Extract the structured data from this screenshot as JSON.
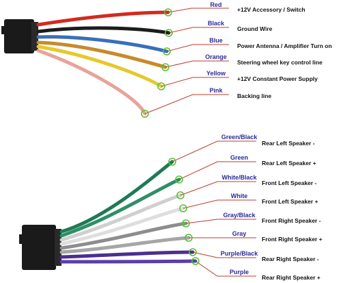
{
  "top_harness": {
    "wires": [
      {
        "color_name": "Red",
        "function": "+12V Accessory / Switch",
        "wire_hex": "#d42a1e"
      },
      {
        "color_name": "Black",
        "function": "Ground Wire",
        "wire_hex": "#1c1c1c"
      },
      {
        "color_name": "Blue",
        "function": "Power Antenna / Amplifier Turn on",
        "wire_hex": "#3a6fb8"
      },
      {
        "color_name": "Orange",
        "function": "Steering wheel key control line",
        "wire_hex": "#c88a2a"
      },
      {
        "color_name": "Yellow",
        "function": "+12V Constant Power Supply",
        "wire_hex": "#e6c92a"
      },
      {
        "color_name": "Pink",
        "function": "Backing line",
        "wire_hex": "#e8a39a"
      }
    ]
  },
  "bottom_harness": {
    "wires": [
      {
        "color_name": "Green/Black",
        "function": "Rear Left Speaker -",
        "wire_hex": "#1f7a55"
      },
      {
        "color_name": "Green",
        "function": "Rear Left Speaker +",
        "wire_hex": "#2e8f68"
      },
      {
        "color_name": "White/Black",
        "function": "Front Left Speaker -",
        "wire_hex": "#d9d9d9"
      },
      {
        "color_name": "White",
        "function": "Front Left Speaker +",
        "wire_hex": "#e6e6e6"
      },
      {
        "color_name": "Gray/Black",
        "function": "Front Right Speaker -",
        "wire_hex": "#8d8d8d"
      },
      {
        "color_name": "Gray",
        "function": "Front Right Speaker +",
        "wire_hex": "#a6a6a6"
      },
      {
        "color_name": "Purple/Black",
        "function": "Rear Right Speaker -",
        "wire_hex": "#4b2f8f"
      },
      {
        "color_name": "Purple",
        "function": "Rear Right Speaker +",
        "wire_hex": "#5a3ea8"
      }
    ]
  },
  "colors": {
    "leader_line": "#c0392b",
    "marker": "#55c234",
    "connector": "#1a1a1a",
    "label_text": "#2a2a9a"
  }
}
